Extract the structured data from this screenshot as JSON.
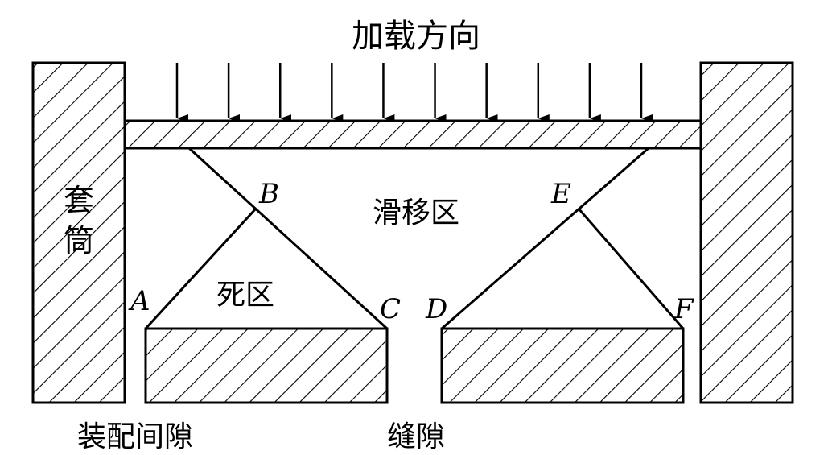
{
  "labels": {
    "load_direction": "加载方向",
    "sleeve_line1": "套",
    "sleeve_line2": "筒",
    "slip_zone": "滑移区",
    "dead_zone": "死区",
    "assembly_gap": "装配间隙",
    "seam_gap": "缝隙"
  },
  "points": {
    "A": "A",
    "B": "B",
    "C": "C",
    "D": "D",
    "E": "E",
    "F": "F"
  },
  "colors": {
    "stroke": "#000000",
    "background": "#ffffff"
  },
  "load_arrow_count": 10
}
